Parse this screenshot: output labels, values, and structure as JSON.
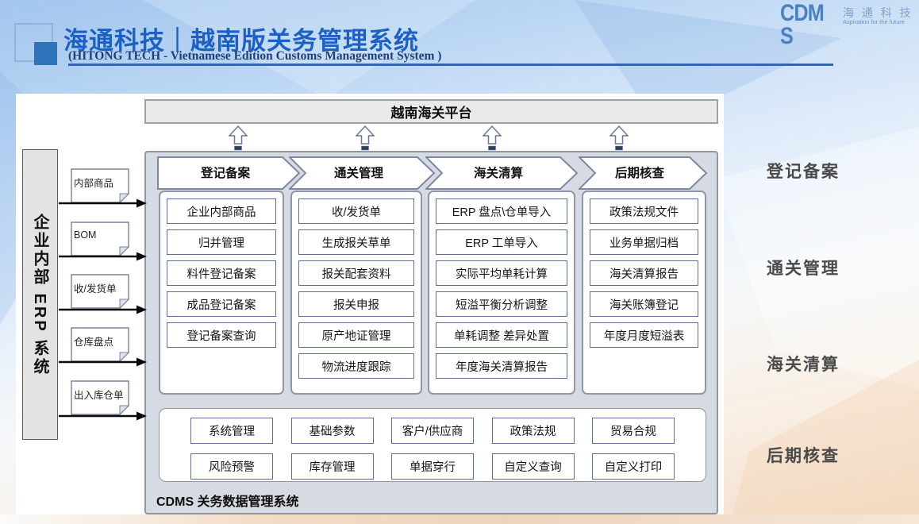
{
  "header": {
    "title": "海通科技｜越南版关务管理系统",
    "subtitle": "(HITONG TECH - Vietnamese Edition Customs Management System )",
    "logo_cdms_line1": "CDM",
    "logo_cdms_line2": "S",
    "logo_company": "海 通 科 技",
    "logo_tagline": "Aspiration for the future"
  },
  "platform_bar": "越南海关平台",
  "erp": {
    "label": "企业内部 ERP 系统",
    "documents": [
      "内部商品",
      "BOM",
      "收/发货单",
      "仓库盘点",
      "出入库仓单"
    ]
  },
  "columns": [
    {
      "header": "登记备案",
      "items": [
        "企业内部商品",
        "归并管理",
        "料件登记备案",
        "成品登记备案",
        "登记备案查询"
      ]
    },
    {
      "header": "通关管理",
      "items": [
        "收/发货单",
        "生成报关草单",
        "报关配套资料",
        "报关申报",
        "原产地证管理",
        "物流进度跟踪"
      ]
    },
    {
      "header": "海关清算",
      "items": [
        "ERP 盘点\\仓单导入",
        "ERP 工单导入",
        "实际平均单耗计算",
        "短溢平衡分析调整",
        "单耗调整 差异处置",
        "年度海关清算报告"
      ]
    },
    {
      "header": "后期核查",
      "items": [
        "政策法规文件",
        "业务单据归档",
        "海关清算报告",
        "海关账簿登记",
        "年度月度短溢表"
      ]
    }
  ],
  "foundation": {
    "rows": [
      [
        "系统管理",
        "基础参数",
        "客户/供应商",
        "政策法规",
        "贸易合规"
      ],
      [
        "风险预警",
        "库存管理",
        "单据穿行",
        "自定义查询",
        "自定义打印"
      ]
    ],
    "label": "CDMS 关务数据管理系统"
  },
  "side_labels": [
    "登记备案",
    "通关管理",
    "海关清算",
    "后期核查"
  ],
  "colors": {
    "title_blue": "#1c60c6",
    "subtitle_navy": "#1f3f77",
    "logo_blue": "#4b80c3",
    "container_fill": "#d6dae3",
    "container_border": "#8e96a8",
    "box_border": "#5f6e8f",
    "platform_fill": "#e9e9e9",
    "arrow_black": "#0a0a0a",
    "side_label_gray": "#4a4a4a"
  }
}
